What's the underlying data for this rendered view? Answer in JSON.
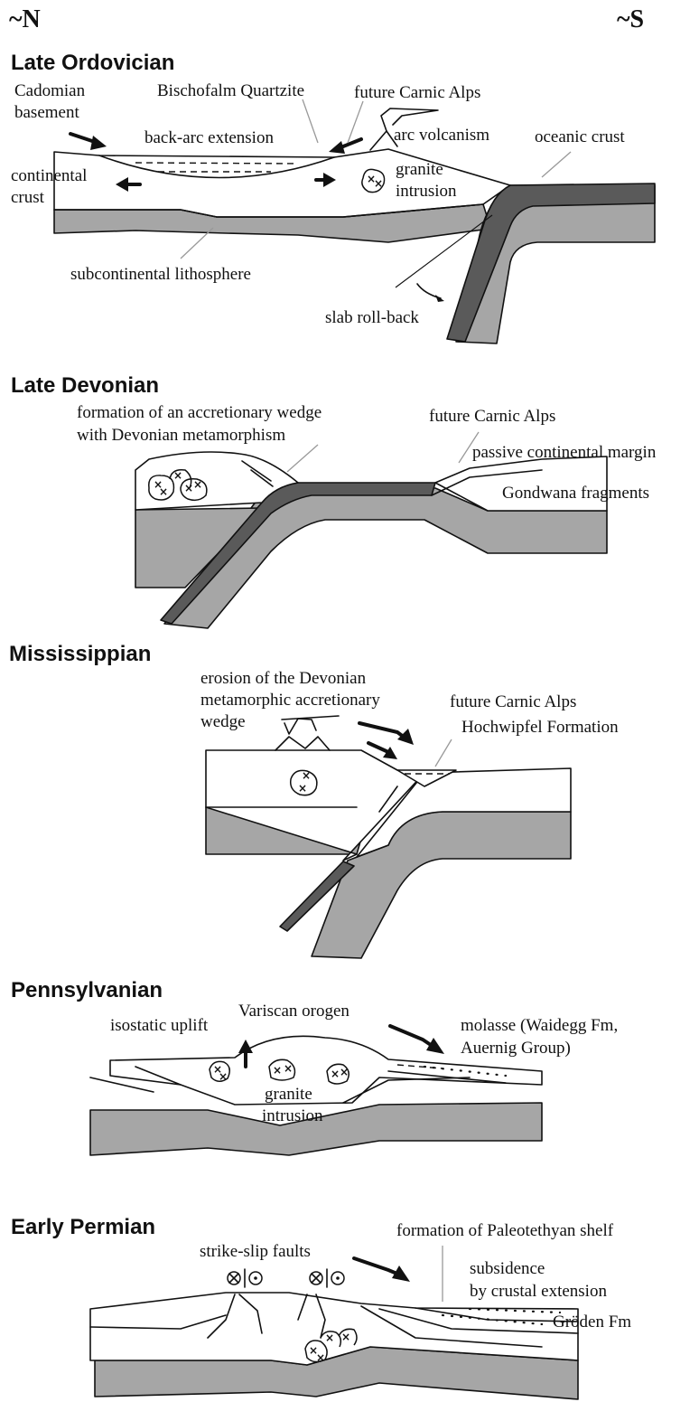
{
  "compass": {
    "north": "~N",
    "south": "~S"
  },
  "panels": [
    {
      "title": "Late Ordovician",
      "labels": {
        "cadomian": [
          "Cadomian",
          "basement"
        ],
        "quartzite": "Bischofalm Quartzite",
        "future_carnic": "future Carnic Alps",
        "back_arc": "back-arc extension",
        "arc_volcanism": "arc volcanism",
        "oceanic_crust": "oceanic crust",
        "continental_crust": [
          "continental",
          "crust"
        ],
        "granite": [
          "granite",
          "intrusion"
        ],
        "subcontinental": "subcontinental lithosphere",
        "slab": "slab roll-back"
      }
    },
    {
      "title": "Late Devonian",
      "labels": {
        "wedge": [
          "formation of an accretionary wedge",
          "with Devonian metamorphism"
        ],
        "future_carnic": "future Carnic Alps",
        "passive_margin": "passive continental margin",
        "gondwana": "Gondwana fragments"
      }
    },
    {
      "title": "Mississippian",
      "labels": {
        "erosion": [
          "erosion of the Devonian",
          "metamorphic accretionary",
          "wedge"
        ],
        "future_carnic": "future Carnic Alps",
        "hochwipfel": "Hochwipfel Formation"
      }
    },
    {
      "title": "Pennsylvanian",
      "labels": {
        "uplift": "isostatic uplift",
        "orogen": "Variscan orogen",
        "molasse": [
          "molasse (Waidegg Fm,",
          "Auernig Group)"
        ],
        "granite": [
          "granite",
          "intrusion"
        ]
      }
    },
    {
      "title": "Early Permian",
      "labels": {
        "strike_slip": "strike-slip faults",
        "shelf": "formation of Paleotethyan shelf",
        "subsidence": [
          "subsidence",
          "by crustal extension"
        ],
        "groden": "Gröden Fm"
      }
    }
  ]
}
